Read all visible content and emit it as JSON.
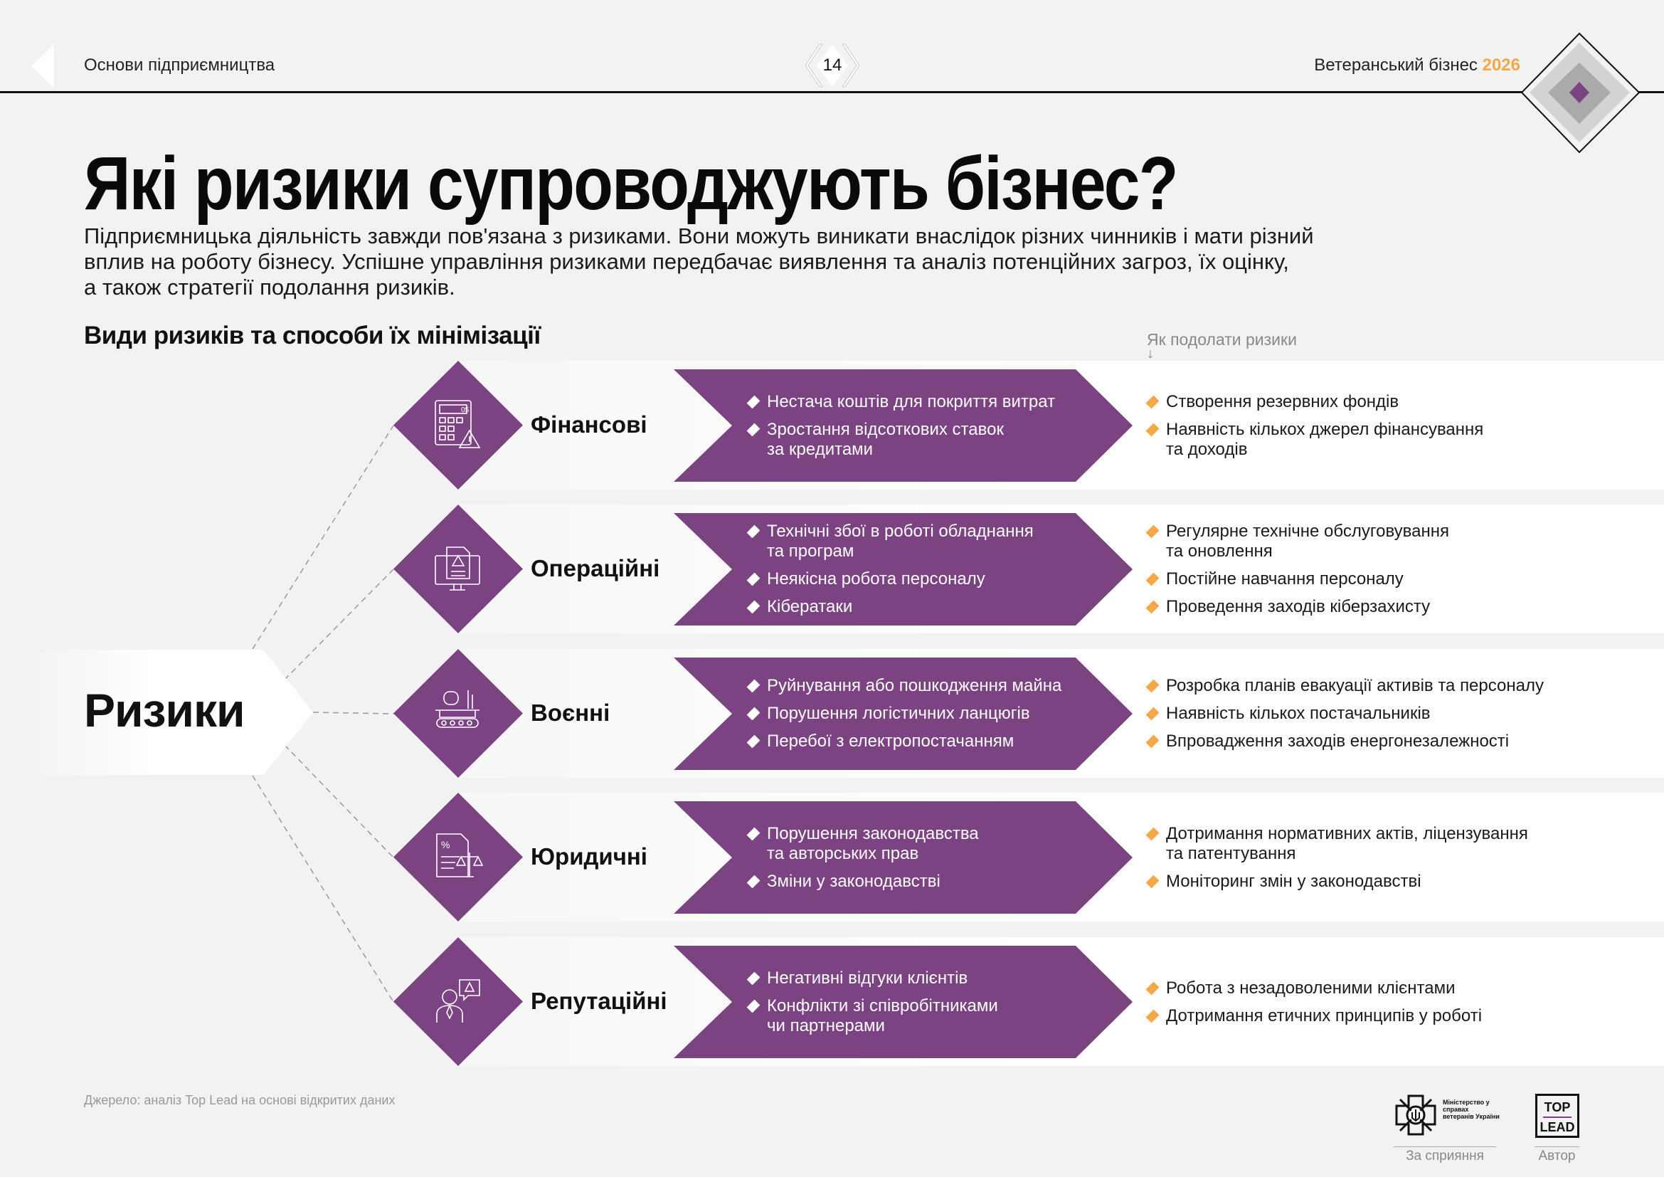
{
  "header": {
    "section": "Основи підприємництва",
    "page_number": "14",
    "publication": "Ветеранський бізнес",
    "year": "2026"
  },
  "title": "Які ризики супроводжують бізнес?",
  "intro_lines": [
    "Підприємницька діяльність завжди пов'язана з ризиками. Вони можуть виникати внаслідок різних чинників і мати різний",
    "вплив на роботу бізнесу. Успішне управління ризиками передбачає виявлення та аналіз потенційних загроз, їх оцінку,",
    "а також стратегії подолання ризиків."
  ],
  "subheading": "Види ризиків та способи їх мінімізації",
  "howto_label": "Як подолати ризики",
  "howto_arrow": "↓",
  "root_label": "Ризики",
  "categories": [
    {
      "name": "Фінансові",
      "icon": "calculator-warning-icon",
      "risks": [
        "Нестача коштів для покриття витрат",
        "Зростання відсоткових ставок\nза кредитами"
      ],
      "mitigation": [
        "Створення резервних фондів",
        "Наявність кількох джерел фінансування\nта доходів"
      ]
    },
    {
      "name": "Операційні",
      "icon": "computer-warning-icon",
      "risks": [
        "Технічні збої в роботі обладнання\nта програм",
        "Неякісна робота персоналу",
        "Кібератаки"
      ],
      "mitigation": [
        "Регулярне технічне обслуговування\nта оновлення",
        "Постійне навчання персоналу",
        "Проведення заходів кіберзахисту"
      ]
    },
    {
      "name": "Воєнні",
      "icon": "tank-destruction-icon",
      "risks": [
        "Руйнування або пошкодження майна",
        "Порушення логістичних ланцюгів",
        "Перебої з електропостачанням"
      ],
      "mitigation": [
        "Розробка планів евакуації активів та персоналу",
        "Наявність кількох постачальників",
        "Впровадження заходів енергонезалежності"
      ]
    },
    {
      "name": "Юридичні",
      "icon": "document-scales-icon",
      "risks": [
        "Порушення законодавства\nта авторських прав",
        "Зміни у законодавстві"
      ],
      "mitigation": [
        "Дотримання нормативних актів, ліцензування\nта патентування",
        "Моніторинг змін у законодавстві"
      ]
    },
    {
      "name": "Репутаційні",
      "icon": "person-warning-icon",
      "risks": [
        "Негативні відгуки клієнтів",
        "Конфлікти зі співробітниками\nчи партнерами"
      ],
      "mitigation": [
        "Робота з незадоволеними клієнтами",
        "Дотримання етичних принципів у роботі"
      ]
    }
  ],
  "footer": {
    "source": "Джерело: аналіз Top Lead на основі відкритих даних",
    "ministry_logo_text": "Міністерство у справах ветеранів України",
    "sponsor_label": "За сприяння",
    "author_logo_top": "TOP",
    "author_logo_bottom": "LEAD",
    "author_label": "Автор"
  },
  "colors": {
    "accent": "#7b4382",
    "orange": "#f5a84a",
    "background": "#f2f2f2"
  }
}
